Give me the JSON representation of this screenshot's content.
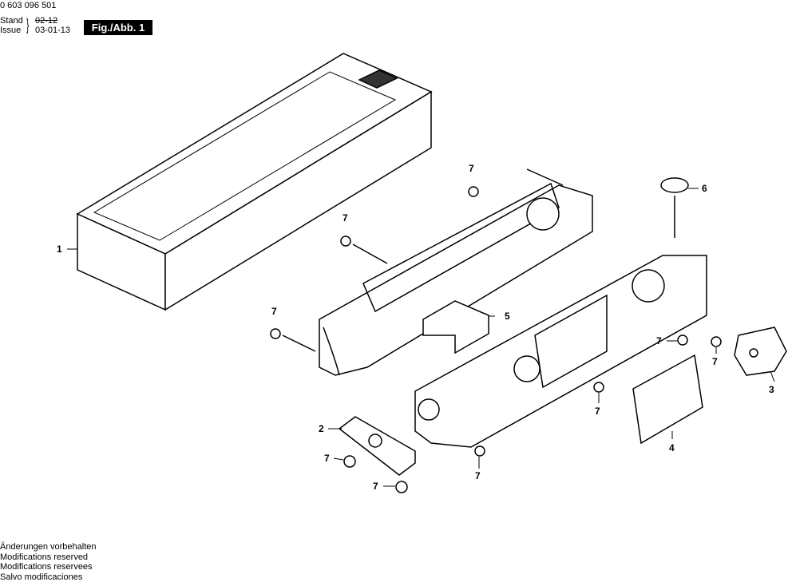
{
  "header": {
    "part_number": "0 603 096 501",
    "stand_label": "Stand",
    "issue_label": "Issue",
    "stand_date_struck": "02-12",
    "issue_date": "03-01-13",
    "figure": "Fig./Abb. 1"
  },
  "callouts": [
    {
      "n": "1"
    },
    {
      "n": "7"
    },
    {
      "n": "7"
    },
    {
      "n": "7"
    },
    {
      "n": "5"
    },
    {
      "n": "2"
    },
    {
      "n": "7"
    },
    {
      "n": "7"
    },
    {
      "n": "6"
    },
    {
      "n": "7"
    },
    {
      "n": "7"
    },
    {
      "n": "3"
    },
    {
      "n": "7"
    },
    {
      "n": "4"
    },
    {
      "n": "7"
    }
  ],
  "footer": [
    "Änderungen vorbehalten",
    "Modifications reserved",
    "Modifications reservees",
    "Salvo modificaciones"
  ]
}
